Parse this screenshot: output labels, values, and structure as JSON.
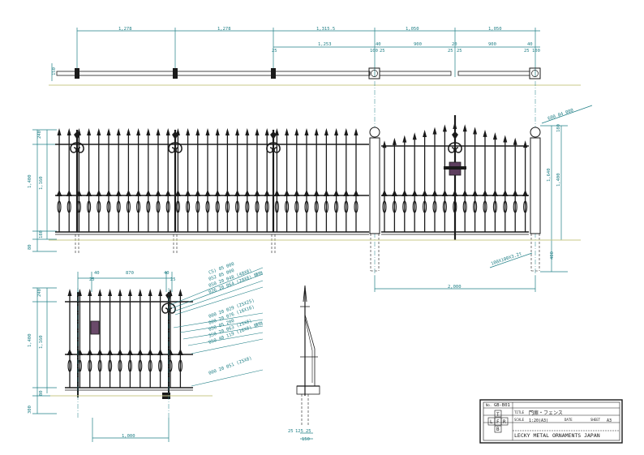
{
  "plan": {
    "top_dims": [
      "1,278",
      "1,278",
      "1,315.5",
      "1,050",
      "1,050"
    ],
    "second_dims": [
      "25",
      "1,253",
      "40",
      "100",
      "25",
      "900",
      "20",
      "25",
      "25",
      "900",
      "40",
      "25",
      "100"
    ],
    "left_dim": "150"
  },
  "elevation": {
    "left_dims": [
      "240",
      "1,400",
      "1,160",
      "180",
      "80"
    ],
    "right_dims": [
      "180",
      "1,640",
      "1,400",
      "400"
    ],
    "callout_top": "600 04 000",
    "callout_bottom": "100X100X3.2t",
    "gate_width": "2,000"
  },
  "detail": {
    "top_dims": [
      "40",
      "870",
      "40",
      "25",
      "25"
    ],
    "left_dims": [
      "240",
      "1,400",
      "1,160",
      "80",
      "300"
    ],
    "bottom_dim": "1,000",
    "callouts": [
      "C5) 05 000",
      "052 05 000",
      "050 20 048 (40X8)",
      "026 20 064 (20X8) 鋳物",
      "000 20 029 (25X25)",
      "000 20 076 (16X16)",
      "058 05 200",
      "350 20 063 (25X8)",
      "050 40 119 (16X8) 鋳物",
      "000 20 051 (25X8)"
    ]
  },
  "side": {
    "dims": [
      "25",
      "125",
      "25",
      "150"
    ]
  },
  "title_block": {
    "drawing_no": "GB-B01",
    "label_no": "No.",
    "label_title": "TITLE",
    "title": "門扉・フェンス",
    "label_scale": "SCALE",
    "scale": "1:20(A3)",
    "label_date": "DATE",
    "label_sheet": "SHEET",
    "sheet": "A3",
    "view_letters": [
      "T",
      "L",
      "F",
      "R",
      "B"
    ],
    "company": "LECKY METAL ORNAMENTS JAPAN"
  }
}
